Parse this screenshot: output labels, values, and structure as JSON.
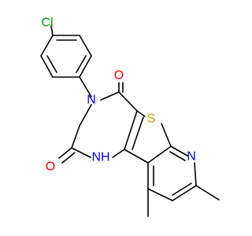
{
  "molecule": {
    "atoms": {
      "cl": {
        "text": "Cl",
        "color": "#00A000"
      },
      "n_amide": {
        "text": "N",
        "color": "#0000FF"
      },
      "o_upper": {
        "text": "O",
        "color": "#FF0000"
      },
      "s": {
        "text": "S",
        "color": "#C8A000"
      },
      "n_pyridine": {
        "text": "N",
        "color": "#0000FF"
      },
      "o_lower": {
        "text": "O",
        "color": "#FF0000"
      },
      "nh": {
        "text": "NH",
        "color": "#0000FF"
      }
    },
    "bond_color": "#000000"
  }
}
